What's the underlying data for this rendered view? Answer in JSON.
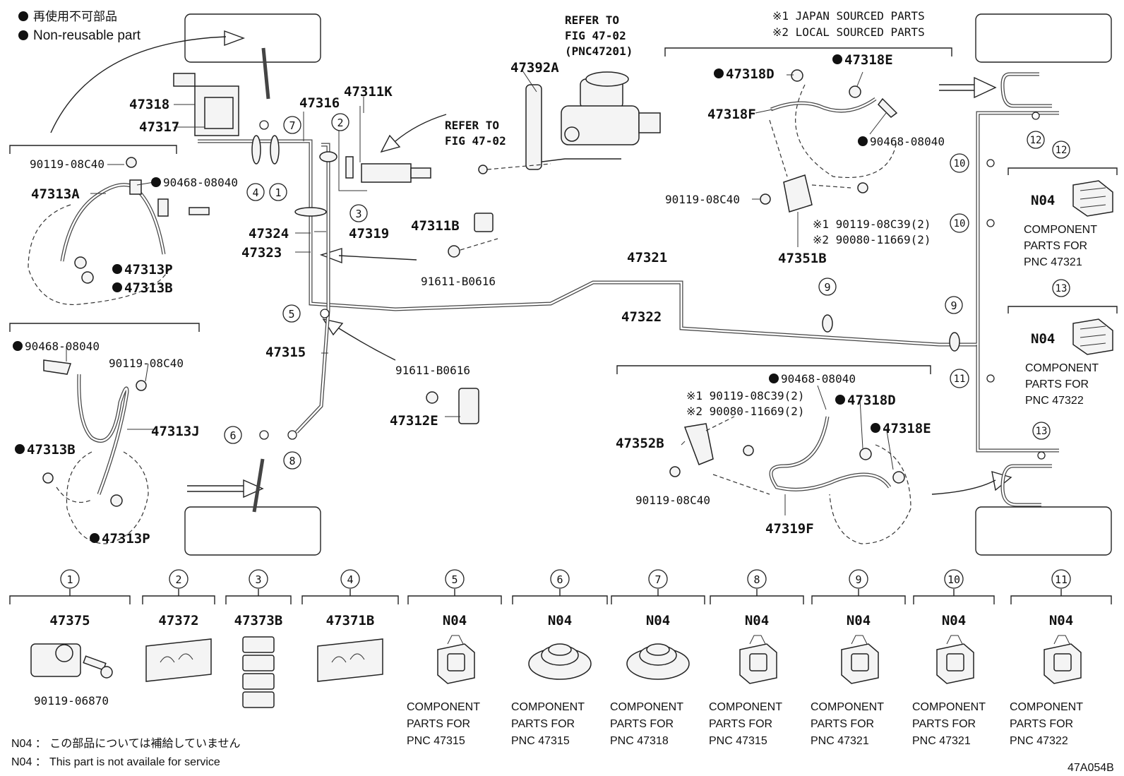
{
  "legend": {
    "jp": "再使用不可部品",
    "en": "Non-reusable part"
  },
  "notes_top": {
    "n1": "※1 JAPAN SOURCED PARTS",
    "n2": "※2 LOCAL SOURCED PARTS"
  },
  "refer": {
    "r1_l1": "REFER TO",
    "r1_l2": "FIG 47-02",
    "r1_l3": "(PNC47201)",
    "r2_l1": "REFER TO",
    "r2_l2": "FIG 47-02"
  },
  "labels": {
    "p47318": "47318",
    "p47317": "47317",
    "p47316": "47316",
    "p47311K": "47311K",
    "p47392A": "47392A",
    "p47324": "47324",
    "p47319": "47319",
    "p47323": "47323",
    "p47311B": "47311B",
    "p91611a": "91611-B0616",
    "p47321": "47321",
    "p47322": "47322",
    "p47315": "47315",
    "p91611b": "91611-B0616",
    "p47312E": "47312E",
    "p90119a": "90119-08C40",
    "p47313A": "47313A",
    "p90468a": "90468-08040",
    "p47313P_a": "47313P",
    "p47313B_a": "47313B",
    "p90468b": "90468-08040",
    "p90119b": "90119-08C40",
    "p47313J": "47313J",
    "p47313B_b": "47313B",
    "p47313P_b": "47313P",
    "p47318D_a": "47318D",
    "p47318E_a": "47318E",
    "p47318F": "47318F",
    "p90468c": "90468-08040",
    "p90119c": "90119-08C40",
    "p_j1": "※1 90119-08C39(2)",
    "p_l2": "※2 90080-11669(2)",
    "p47351B": "47351B",
    "p90468d": "90468-08040",
    "p_j1b": "※1 90119-08C39(2)",
    "p_l2b": "※2 90080-11669(2)",
    "p47318D_b": "47318D",
    "p47318E_b": "47318E",
    "p47352B": "47352B",
    "p90119d": "90119-08C40",
    "p47319F": "47319F"
  },
  "right_components": [
    {
      "num": "12",
      "code": "N04",
      "l1": "COMPONENT",
      "l2": "PARTS FOR",
      "l3": "PNC 47321"
    },
    {
      "num": "13",
      "code": "N04",
      "l1": "COMPONENT",
      "l2": "PARTS FOR",
      "l3": "PNC 47322"
    }
  ],
  "bottom_parts": [
    {
      "num": "1",
      "part": "47375",
      "sub": "90119-06870",
      "l1": "",
      "l2": "",
      "l3": ""
    },
    {
      "num": "2",
      "part": "47372",
      "sub": "",
      "l1": "",
      "l2": "",
      "l3": ""
    },
    {
      "num": "3",
      "part": "47373B",
      "sub": "",
      "l1": "",
      "l2": "",
      "l3": ""
    },
    {
      "num": "4",
      "part": "47371B",
      "sub": "",
      "l1": "",
      "l2": "",
      "l3": ""
    },
    {
      "num": "5",
      "part": "N04",
      "sub": "",
      "l1": "COMPONENT",
      "l2": "PARTS FOR",
      "l3": "PNC 47315"
    },
    {
      "num": "6",
      "part": "N04",
      "sub": "",
      "l1": "COMPONENT",
      "l2": "PARTS FOR",
      "l3": "PNC 47315"
    },
    {
      "num": "7",
      "part": "N04",
      "sub": "",
      "l1": "COMPONENT",
      "l2": "PARTS FOR",
      "l3": "PNC 47318"
    },
    {
      "num": "8",
      "part": "N04",
      "sub": "",
      "l1": "COMPONENT",
      "l2": "PARTS FOR",
      "l3": "PNC 47315"
    },
    {
      "num": "9",
      "part": "N04",
      "sub": "",
      "l1": "COMPONENT",
      "l2": "PARTS FOR",
      "l3": "PNC 47321"
    },
    {
      "num": "10",
      "part": "N04",
      "sub": "",
      "l1": "COMPONENT",
      "l2": "PARTS FOR",
      "l3": "PNC 47321"
    },
    {
      "num": "11",
      "part": "N04",
      "sub": "",
      "l1": "COMPONENT",
      "l2": "PARTS FOR",
      "l3": "PNC 47322"
    }
  ],
  "diagram_callouts": {
    "c1": "1",
    "c2": "2",
    "c3": "3",
    "c4": "4",
    "c5": "5",
    "c6": "6",
    "c7": "7",
    "c8": "8",
    "c9a": "9",
    "c9b": "9",
    "c10a": "10",
    "c10b": "10",
    "c11": "11",
    "c12": "12",
    "c13": "13"
  },
  "footer": {
    "jp": "N04 ： この部品については補給していません",
    "en": "N04 ：  This part is not availale for service",
    "code": "47A054B"
  }
}
